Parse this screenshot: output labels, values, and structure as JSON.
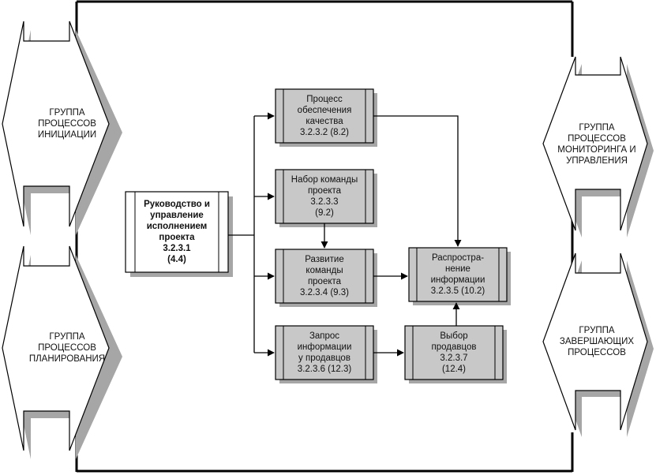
{
  "groups": {
    "initiation": {
      "lines": [
        "ГРУППА",
        "ПРОЦЕССОВ",
        "ИНИЦИАЦИИ"
      ]
    },
    "planning": {
      "lines": [
        "ГРУППА",
        "ПРОЦЕССОВ",
        "ПЛАНИРОВАНИЯ"
      ]
    },
    "monitoring": {
      "lines": [
        "ГРУППА",
        "ПРОЦЕССОВ",
        "МОНИТОРИНГА И",
        "УПРАВЛЕНИЯ"
      ]
    },
    "closing": {
      "lines": [
        "ГРУППА",
        "ЗАВЕРШАЮЩИХ",
        "ПРОЦЕССОВ"
      ]
    }
  },
  "processes": {
    "direct_manage": {
      "lines": [
        "Руководство и",
        "управление",
        "исполнением",
        "проекта",
        "3.2.3.1",
        "(4.4)"
      ]
    },
    "quality_assurance": {
      "lines": [
        "Процесс",
        "обеспечения",
        "качества",
        "3.2.3.2 (8.2)"
      ]
    },
    "acquire_team": {
      "lines": [
        "Набор команды",
        "проекта",
        "3.2.3.3",
        "(9.2)"
      ]
    },
    "develop_team": {
      "lines": [
        "Развитие",
        "команды",
        "проекта",
        "3.2.3.4 (9.3)"
      ]
    },
    "request_info": {
      "lines": [
        "Запрос",
        "информации",
        "у продавцов",
        "3.2.3.6 (12.3)"
      ]
    },
    "distribute_info": {
      "lines": [
        "Распростра-",
        "нение",
        "информации",
        "3.2.3.5 (10.2)"
      ]
    },
    "select_sellers": {
      "lines": [
        "Выбор",
        "продавцов",
        "3.2.3.7",
        "(12.4)"
      ]
    }
  },
  "colors": {
    "box_fill": "#c8c8c8",
    "shadow": "#a6a6a6",
    "line": "#000000"
  }
}
